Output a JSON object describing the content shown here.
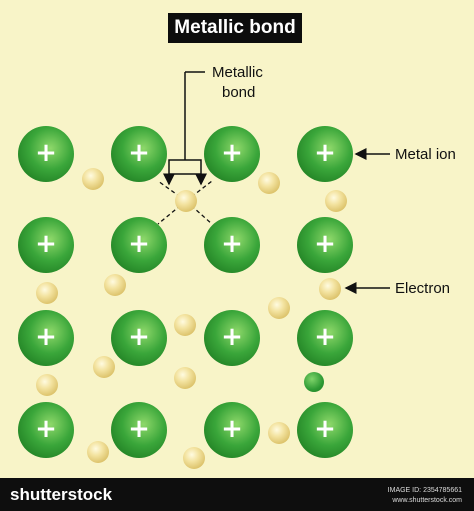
{
  "diagram": {
    "title": "Metallic bond",
    "labels": {
      "metallic_bond_line1": "Metallic",
      "metallic_bond_line2": "bond",
      "metal_ion": "Metal ion",
      "electron": "Electron"
    },
    "ion_symbol": "+",
    "colors": {
      "background": "#f8f4c8",
      "ion": "#2e9a34",
      "electron": "#e6d18a"
    }
  },
  "footer": {
    "brand": "shutterstock",
    "image_id": "IMAGE ID: 2354785661",
    "site": "www.shutterstock.com"
  }
}
